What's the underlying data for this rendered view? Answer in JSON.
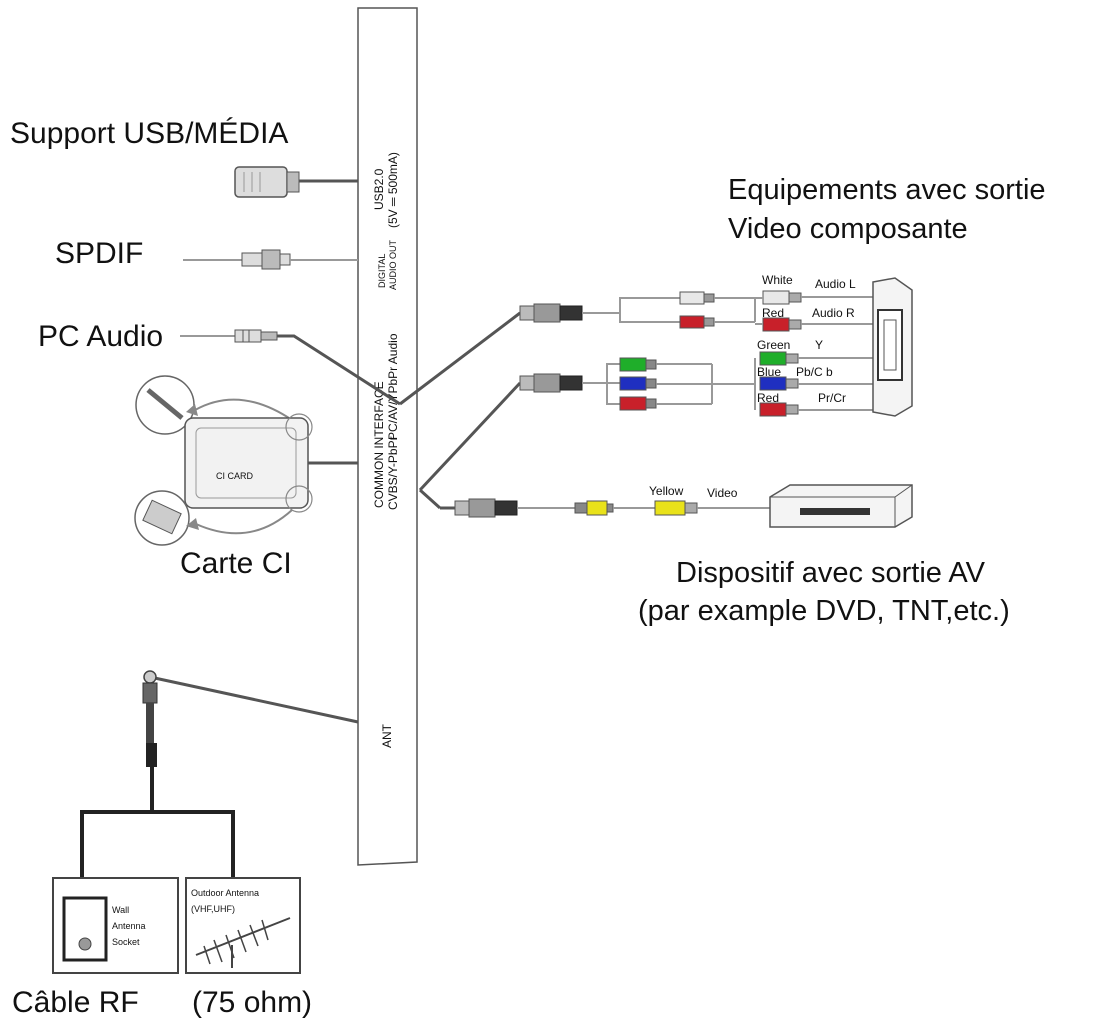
{
  "labels": {
    "usb_media": "Support USB/MÉDIA",
    "spdif": "SPDIF",
    "pc_audio": "PC Audio",
    "ci_card": "Carte CI",
    "component_line1": "Equipements avec sortie",
    "component_line2": "Video composante",
    "av_line1": "Dispositif avec sortie AV",
    "av_line2": "(par example DVD, TNT,etc.)",
    "rf_cable": "Câble RF",
    "rf_ohm": "(75 ohm)"
  },
  "panel_ports": {
    "usb_l1": "USB2.0",
    "usb_l2": "(5V ═ 500mA)",
    "digital_l1": "DIGITAL",
    "digital_l2": "AUDIO OUT",
    "common_l1": "COMMON INTERFACE",
    "common_l2": "CVBS/Y-PbPr",
    "pc_av": "PC/AV/YPbPr Audio",
    "ant": "ANT"
  },
  "cable_labels": {
    "white": "White",
    "audio_l": "Audio L",
    "red1": "Red",
    "audio_r": "Audio R",
    "green": "Green",
    "y": "Y",
    "blue": "Blue",
    "pbcb": "Pb/C b",
    "red2": "Red",
    "prcr": "Pr/Cr",
    "yellow": "Yellow",
    "video": "Video"
  },
  "ci_card_text": "CI CARD",
  "antenna": {
    "wall_l1": "Wall",
    "wall_l2": "Antenna",
    "wall_l3": "Socket",
    "outdoor_l1": "Outdoor Antenna",
    "outdoor_l2": "(VHF,UHF)"
  },
  "colors": {
    "white_plug": "#e8e8e8",
    "red_plug": "#c8202a",
    "green_plug": "#1fae2a",
    "blue_plug": "#1f2fc0",
    "yellow_plug": "#e9e21a"
  }
}
